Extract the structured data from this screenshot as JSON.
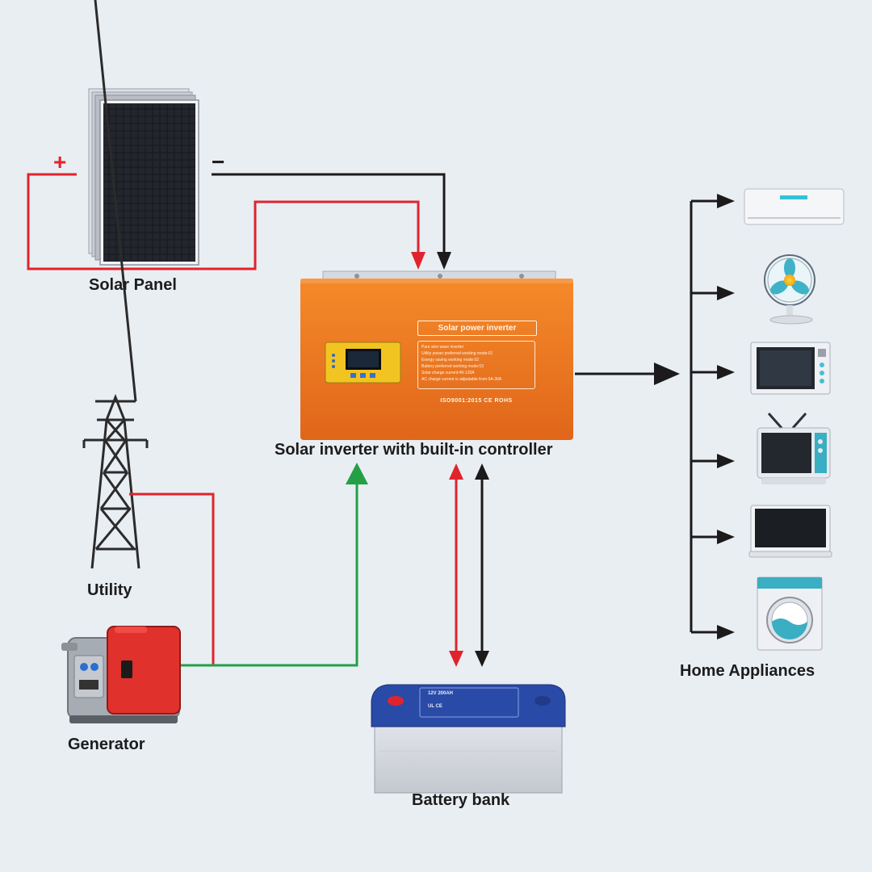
{
  "labels": {
    "solar_panel": "Solar Panel",
    "inverter": "Solar inverter with built-in controller",
    "utility": "Utility",
    "generator": "Generator",
    "battery_bank": "Battery bank",
    "home_appliances": "Home Appliances"
  },
  "polarity": {
    "positive": "+",
    "negative": "−"
  },
  "inverter_panel": {
    "title": "Solar power inverter",
    "specs": [
      "Pure sine wave inverter",
      "Utility power preferred working mode:01",
      "Energy saving working mode:02",
      "Battery preferred working mode:03",
      "Solar charge current:40-120A",
      "AC charge current is adjustable from 0A-30A"
    ],
    "cert": "ISO9001:2015 CE ROHS"
  },
  "battery_label": {
    "top": "12V 200AH",
    "marks": "UL CE"
  },
  "appliances": [
    "Air conditioner",
    "Fan",
    "Microwave oven",
    "Television",
    "Monitor",
    "Washing machine"
  ],
  "colors": {
    "background": "#e9eef3",
    "wire_dc_positive": "#e0242c",
    "wire_negative": "#1c1a1a",
    "wire_ac_input": "#23a046",
    "inverter_body": "#f07a1e",
    "battery_lid": "#2a4aa8"
  }
}
